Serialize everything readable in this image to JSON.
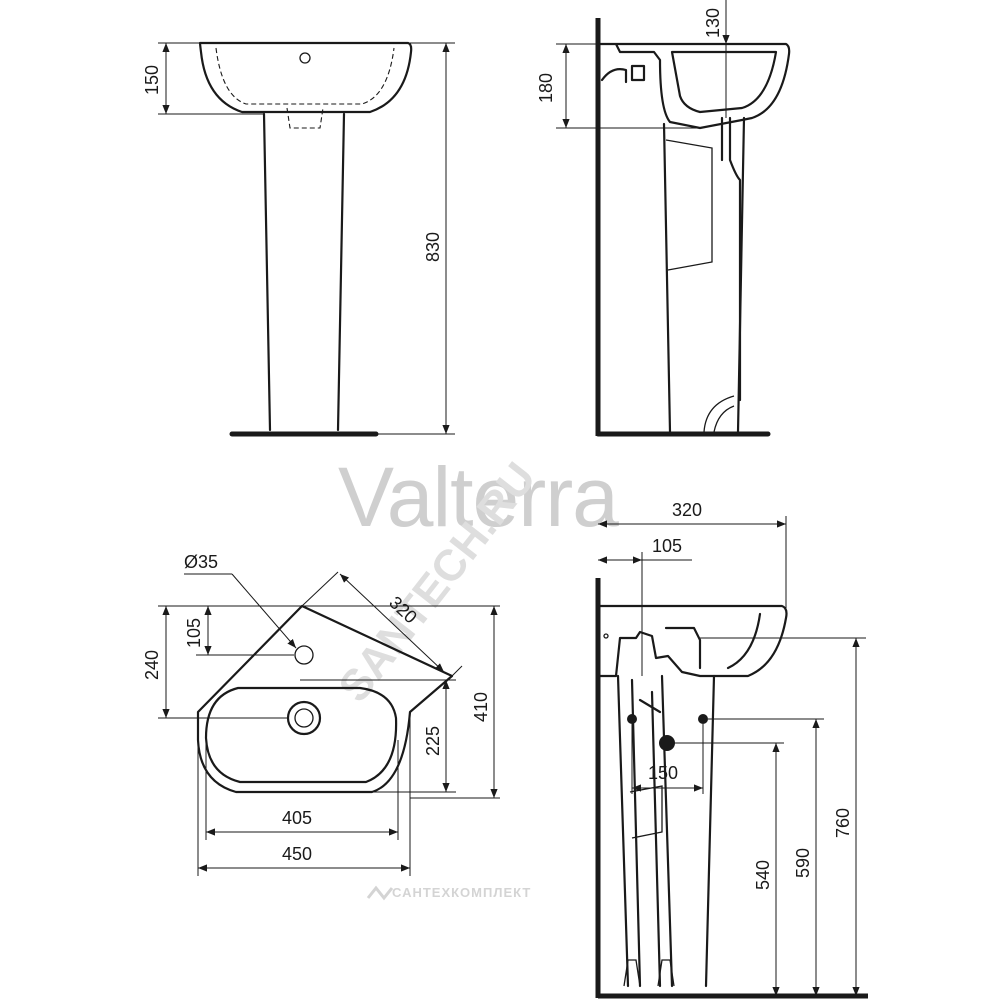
{
  "watermarks": {
    "brand": "Valterra",
    "site": "SANTECH.RU",
    "footer": "САНТЕХКОМПЛЕКТ"
  },
  "front_view": {
    "dim_basin_depth": "150",
    "dim_total_height": "830"
  },
  "side_view": {
    "dim_top_rim": "130",
    "dim_basin_height": "180"
  },
  "plan_view": {
    "dim_hole_diameter": "Ø35",
    "dim_depth_diagonal": "320",
    "dim_hole_offset": "105",
    "dim_drain_offset": "240",
    "dim_bowl_depth": "225",
    "dim_total_depth": "410",
    "dim_bowl_width": "405",
    "dim_total_width": "450"
  },
  "install_view": {
    "dim_projection": "320",
    "dim_hole_projection": "105",
    "dim_bolt_spacing": "150",
    "dim_drain_height": "540",
    "dim_bolt_height": "590",
    "dim_rim_height": "760"
  },
  "colors": {
    "line": "#1a1a1a",
    "watermark": "#cfcfcf"
  }
}
